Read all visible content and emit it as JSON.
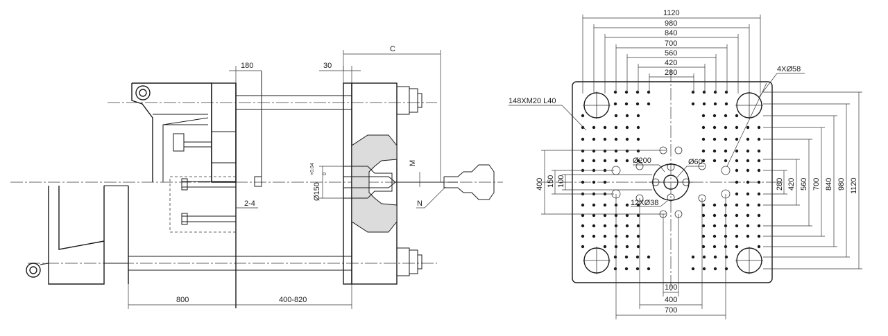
{
  "side_view": {
    "dims": {
      "c": "C",
      "d180": "180",
      "d30": "30",
      "m": "M",
      "n": "N",
      "d2_4": "2-4",
      "d800": "800",
      "d400_820": "400-820",
      "nozzle_dia": "Ø150",
      "tol_upper": "+0.04",
      "tol_lower": "0"
    }
  },
  "platen_view": {
    "horizontal_dims": [
      "1120",
      "980",
      "840",
      "700",
      "560",
      "420",
      "280"
    ],
    "vertical_dims": [
      "280",
      "420",
      "560",
      "700",
      "840",
      "980",
      "1120"
    ],
    "left_dims": [
      "400",
      "150",
      "100"
    ],
    "bottom_dims": [
      "100",
      "400",
      "700"
    ],
    "callouts": {
      "tapped_holes": "148XM20 L40",
      "tie_bar_holes": "4XØ58",
      "center_ring": "Ø200",
      "center_hole": "Ø60",
      "ejector_holes": "12XØ38"
    }
  }
}
